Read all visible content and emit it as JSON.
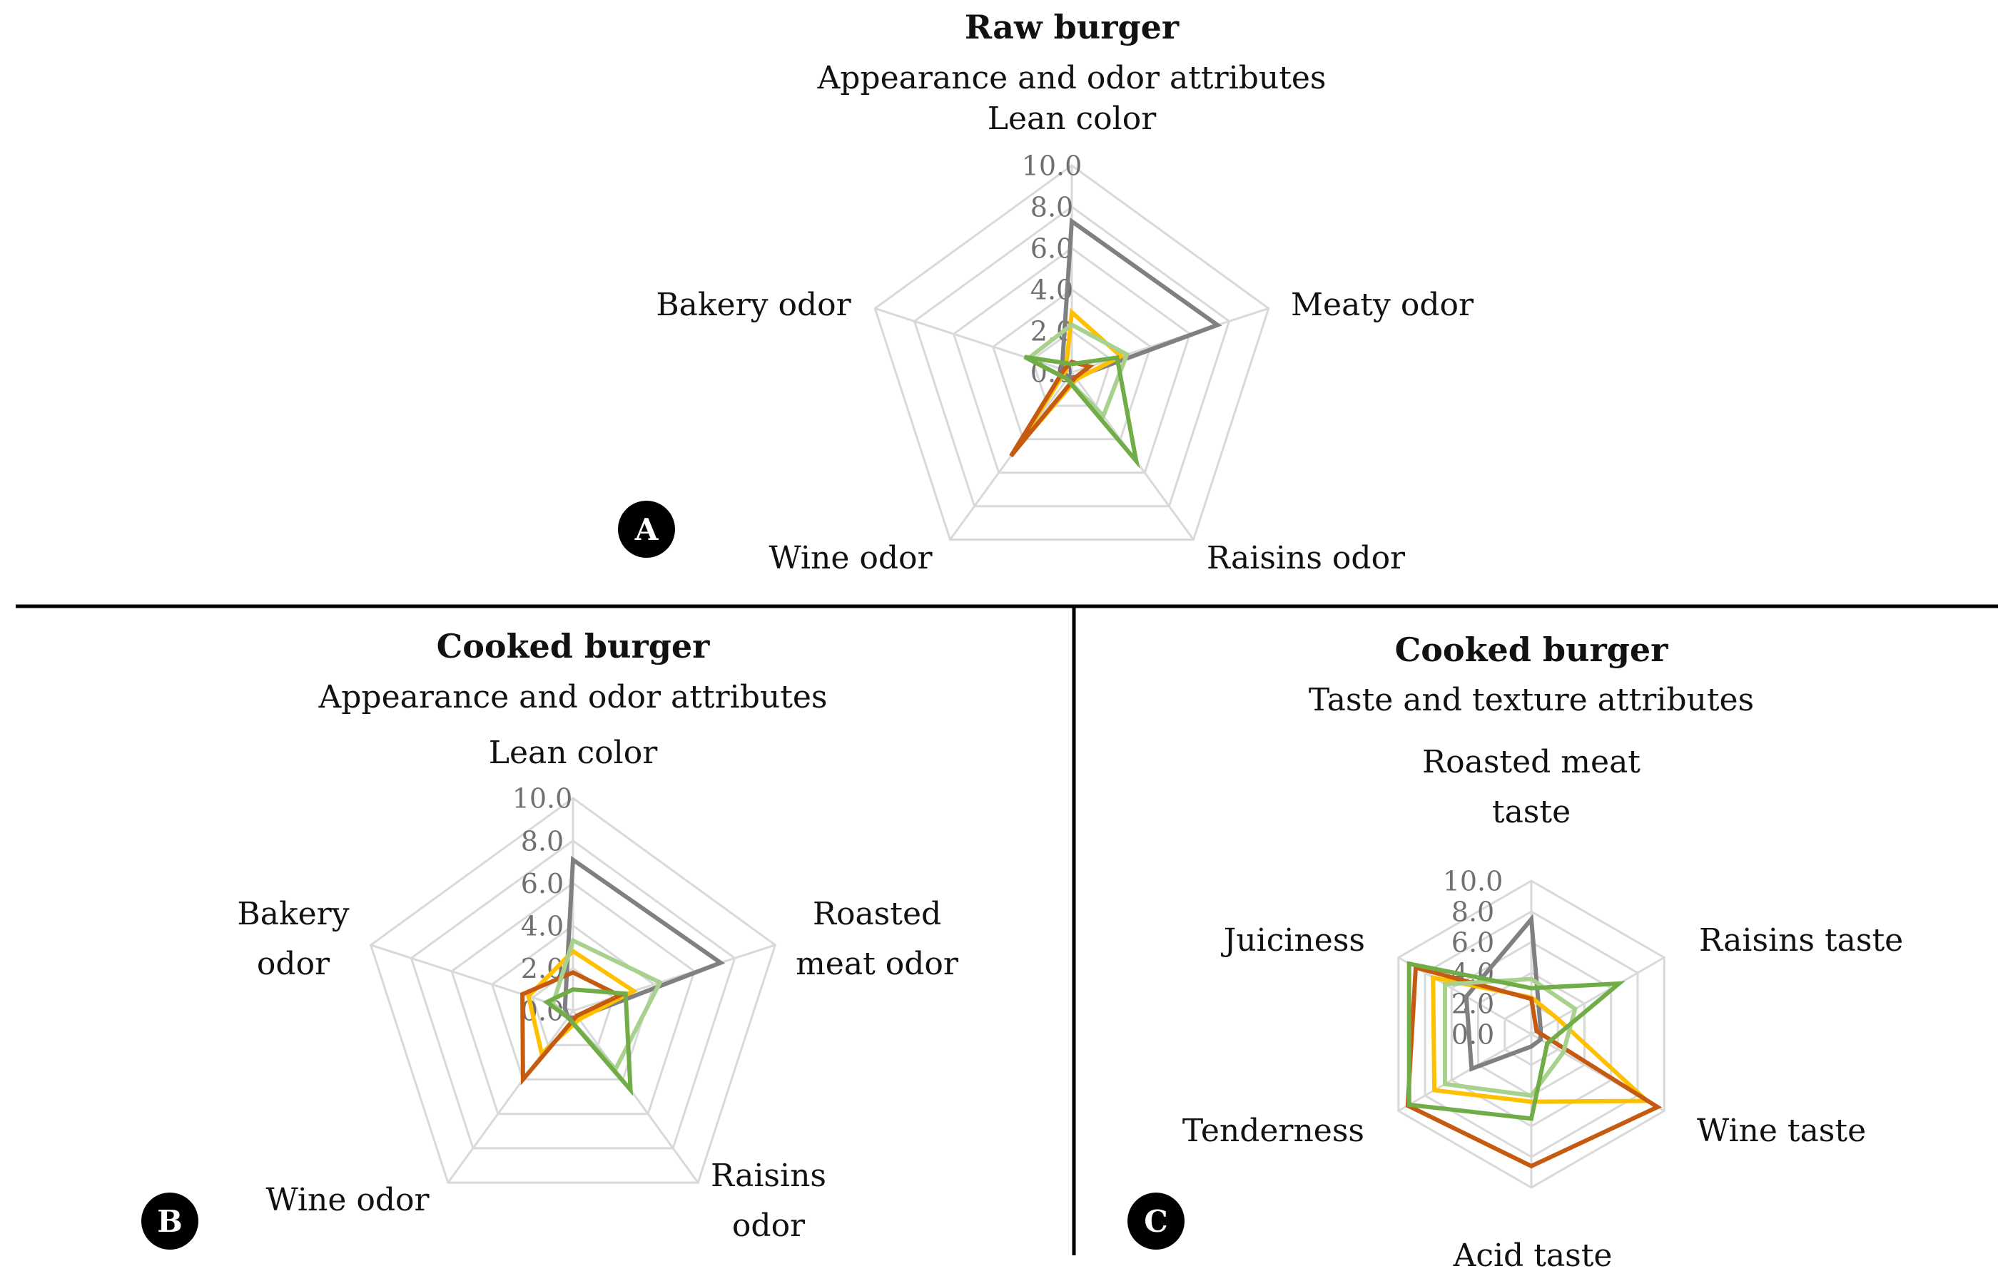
{
  "colors": {
    "grid": "#d9d9d9",
    "divider": "#000000",
    "tick_text": "#707070",
    "series": [
      "#808080",
      "#ffc000",
      "#c55a11",
      "#a9d18e",
      "#70ad47"
    ]
  },
  "chart_data": [
    {
      "panel": "A",
      "type": "radar",
      "title": "Raw burger",
      "subtitle": "Appearance and odor attributes",
      "axes": [
        [
          "Lean color"
        ],
        [
          "Meaty odor"
        ],
        [
          "Raisins odor"
        ],
        [
          "Wine odor"
        ],
        [
          "Bakery odor"
        ]
      ],
      "ticks": [
        "10.0",
        "8.0",
        "6.0",
        "4.0",
        "2.0",
        "0.0"
      ],
      "range": [
        0,
        10
      ],
      "grid": true,
      "series": [
        {
          "color": "#808080",
          "values": [
            7.3,
            7.4,
            0.3,
            0.3,
            0.5
          ]
        },
        {
          "color": "#ffc000",
          "values": [
            2.9,
            2.5,
            0.4,
            4.5,
            0.3
          ]
        },
        {
          "color": "#c55a11",
          "values": [
            0.5,
            0.9,
            0.3,
            5.0,
            0.4
          ]
        },
        {
          "color": "#a9d18e",
          "values": [
            2.3,
            2.8,
            2.6,
            0.4,
            2.2
          ]
        },
        {
          "color": "#70ad47",
          "values": [
            0.4,
            2.3,
            5.3,
            0.4,
            2.4
          ]
        }
      ]
    },
    {
      "panel": "B",
      "type": "radar",
      "title": "Cooked burger",
      "subtitle": "Appearance and odor attributes",
      "axes": [
        [
          "Lean color"
        ],
        [
          "Roasted",
          "meat odor"
        ],
        [
          "Raisins",
          "odor"
        ],
        [
          "Wine odor"
        ],
        [
          "Bakery",
          "odor"
        ]
      ],
      "ticks": [
        "10.0",
        "8.0",
        "6.0",
        "4.0",
        "2.0",
        "0.0"
      ],
      "range": [
        0,
        10
      ],
      "grid": true,
      "series": [
        {
          "color": "#808080",
          "values": [
            7.1,
            7.3,
            0.4,
            0.4,
            0.4
          ]
        },
        {
          "color": "#ffc000",
          "values": [
            2.8,
            3.0,
            0.5,
            2.5,
            2.2
          ]
        },
        {
          "color": "#c55a11",
          "values": [
            1.8,
            2.3,
            0.3,
            4.0,
            2.5
          ]
        },
        {
          "color": "#a9d18e",
          "values": [
            3.3,
            4.3,
            3.4,
            0.4,
            1.0
          ]
        },
        {
          "color": "#70ad47",
          "values": [
            1.0,
            2.6,
            4.6,
            0.4,
            1.3
          ]
        }
      ]
    },
    {
      "panel": "C",
      "type": "radar",
      "title": "Cooked burger",
      "subtitle": "Taste and texture attributes",
      "axes": [
        [
          "Roasted meat",
          "taste"
        ],
        [
          "Raisins taste"
        ],
        [
          "Wine taste"
        ],
        [
          "Acid taste"
        ],
        [
          "Tenderness"
        ],
        [
          "Juiciness"
        ]
      ],
      "ticks": [
        "10.0",
        "8.0",
        "6.0",
        "4.0",
        "2.0",
        "0.0"
      ],
      "range": [
        0,
        10
      ],
      "grid": true,
      "series": [
        {
          "color": "#808080",
          "values": [
            7.5,
            0.7,
            0.7,
            0.8,
            4.5,
            4.9
          ]
        },
        {
          "color": "#ffc000",
          "values": [
            2.4,
            2.0,
            8.7,
            4.4,
            7.3,
            7.4
          ]
        },
        {
          "color": "#c55a11",
          "values": [
            2.3,
            0.4,
            9.5,
            8.6,
            9.3,
            8.7
          ]
        },
        {
          "color": "#a9d18e",
          "values": [
            3.6,
            3.3,
            2.4,
            4.0,
            6.5,
            6.5
          ]
        },
        {
          "color": "#70ad47",
          "values": [
            3.0,
            6.6,
            1.2,
            5.5,
            9.2,
            9.2
          ]
        }
      ]
    }
  ],
  "panel_labels": [
    "A",
    "B",
    "C"
  ]
}
